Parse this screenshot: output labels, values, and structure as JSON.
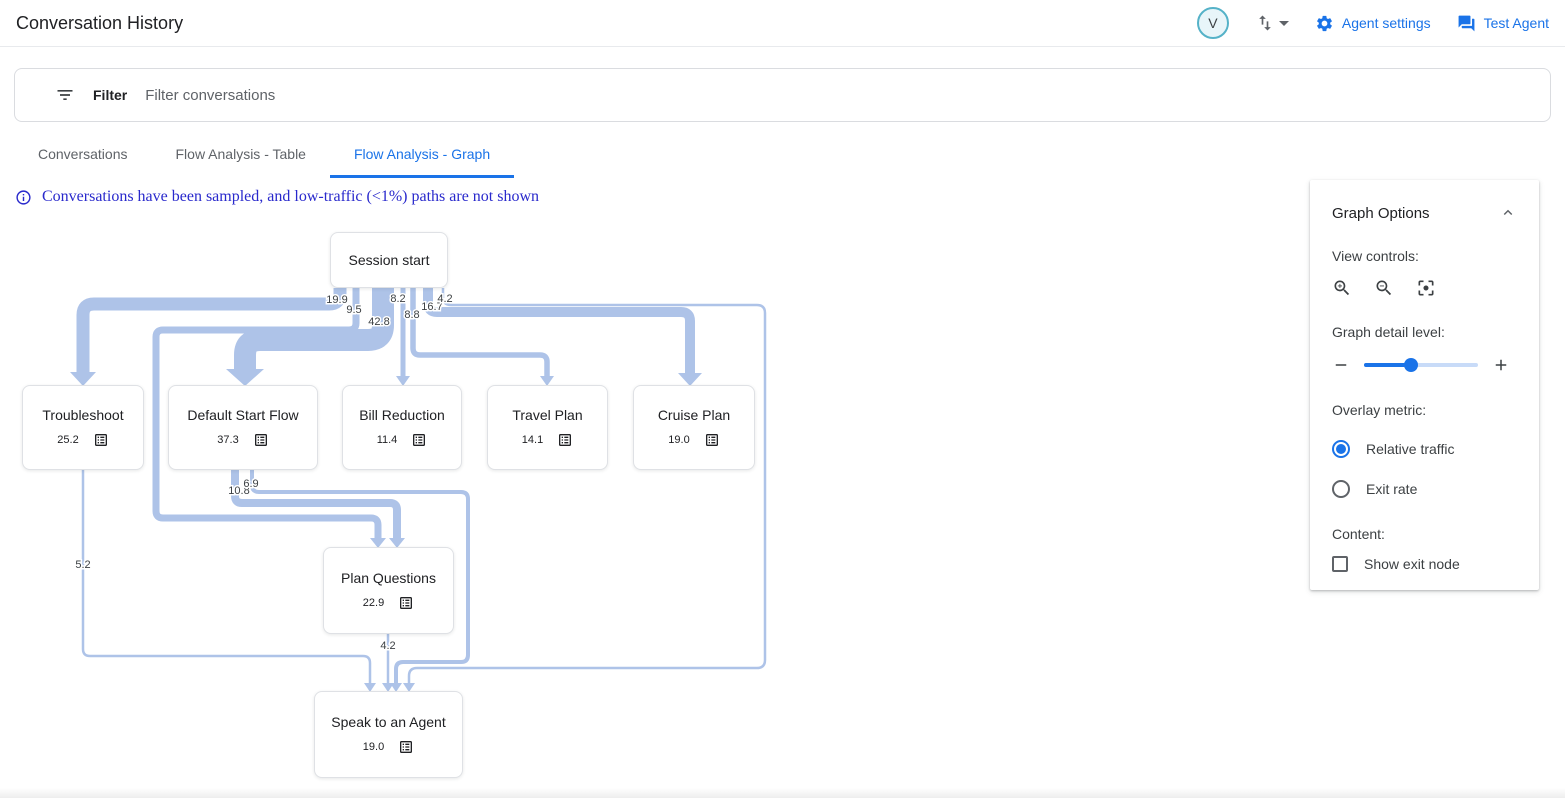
{
  "header": {
    "title": "Conversation History",
    "avatar_initial": "V",
    "agent_settings_label": "Agent settings",
    "test_agent_label": "Test Agent"
  },
  "filter_bar": {
    "label": "Filter",
    "placeholder": "Filter conversations"
  },
  "tabs": [
    {
      "label": "Conversations",
      "active": false
    },
    {
      "label": "Flow Analysis - Table",
      "active": false
    },
    {
      "label": "Flow Analysis - Graph",
      "active": true
    }
  ],
  "notice": {
    "text": "Conversations have been sampled, and low-traffic (<1%) paths are not shown"
  },
  "graph": {
    "type": "flow-graph",
    "overlay_metric": "Relative traffic",
    "nodes": [
      {
        "id": "session-start",
        "label": "Session start",
        "value": ""
      },
      {
        "id": "troubleshoot",
        "label": "Troubleshoot",
        "value": "25.2"
      },
      {
        "id": "default-start-flow",
        "label": "Default Start Flow",
        "value": "37.3"
      },
      {
        "id": "bill-reduction",
        "label": "Bill Reduction",
        "value": "11.4"
      },
      {
        "id": "travel-plan",
        "label": "Travel Plan",
        "value": "14.1"
      },
      {
        "id": "cruise-plan",
        "label": "Cruise Plan",
        "value": "19.0"
      },
      {
        "id": "plan-questions",
        "label": "Plan Questions",
        "value": "22.9"
      },
      {
        "id": "speak-to-an-agent",
        "label": "Speak to an Agent",
        "value": "19.0"
      }
    ],
    "edges": [
      {
        "from": "Session start",
        "to": "Troubleshoot",
        "value": "19.9"
      },
      {
        "from": "Session start",
        "to": "Plan Questions",
        "value": "9.5"
      },
      {
        "from": "Session start",
        "to": "Default Start Flow",
        "value": "42.8"
      },
      {
        "from": "Session start",
        "to": "Bill Reduction",
        "value": "8.2"
      },
      {
        "from": "Session start",
        "to": "Travel Plan",
        "value": "8.8"
      },
      {
        "from": "Session start",
        "to": "Cruise Plan",
        "value": "16.7"
      },
      {
        "from": "Session start",
        "to": "Speak to an Agent",
        "value": "4.2"
      },
      {
        "from": "Default Start Flow",
        "to": "Plan Questions",
        "value": "10.8"
      },
      {
        "from": "Default Start Flow",
        "to": "Speak to an Agent",
        "value": "6.9"
      },
      {
        "from": "Troubleshoot",
        "to": "Speak to an Agent",
        "value": "5.2"
      },
      {
        "from": "Plan Questions",
        "to": "Speak to an Agent",
        "value": "4.2"
      }
    ],
    "edge_color": "#aec3e8"
  },
  "panel": {
    "title": "Graph Options",
    "view_controls_label": "View controls:",
    "detail_label": "Graph detail level:",
    "detail_slider_percent": 41,
    "overlay_label": "Overlay metric:",
    "radio_options": [
      {
        "label": "Relative traffic",
        "selected": true
      },
      {
        "label": "Exit rate",
        "selected": false
      }
    ],
    "content_label": "Content:",
    "checkbox_label": "Show exit node",
    "checkbox_checked": false,
    "accent_color": "#1a73e8"
  }
}
